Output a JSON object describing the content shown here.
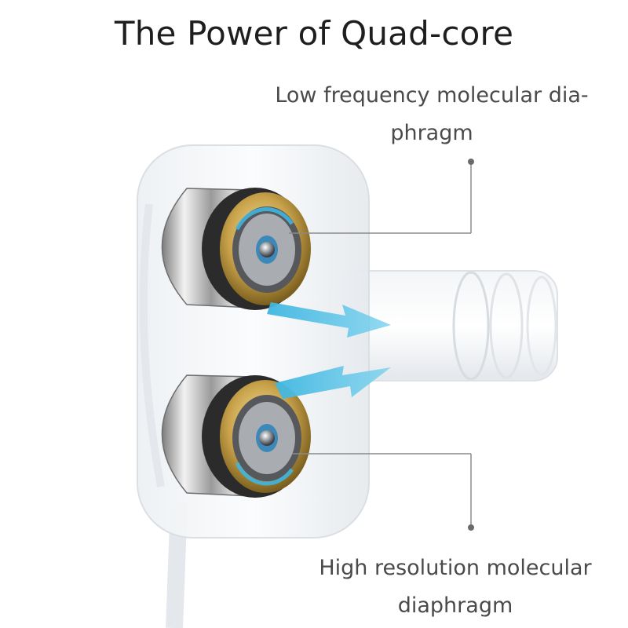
{
  "title": "The Power of Quad-core",
  "callouts": {
    "top": {
      "line1": "Low frequency molecular dia-",
      "line2": "phragm"
    },
    "bottom": {
      "line1": "High resolution molecular",
      "line2": "diaphragm"
    }
  },
  "colors": {
    "title": "#1e1e1e",
    "label": "#4a4a4a",
    "leader": "#8a8a8a",
    "arrow": "#3fb6e0",
    "gold": "#c8a24a",
    "chrome": "#b9b9b9"
  }
}
